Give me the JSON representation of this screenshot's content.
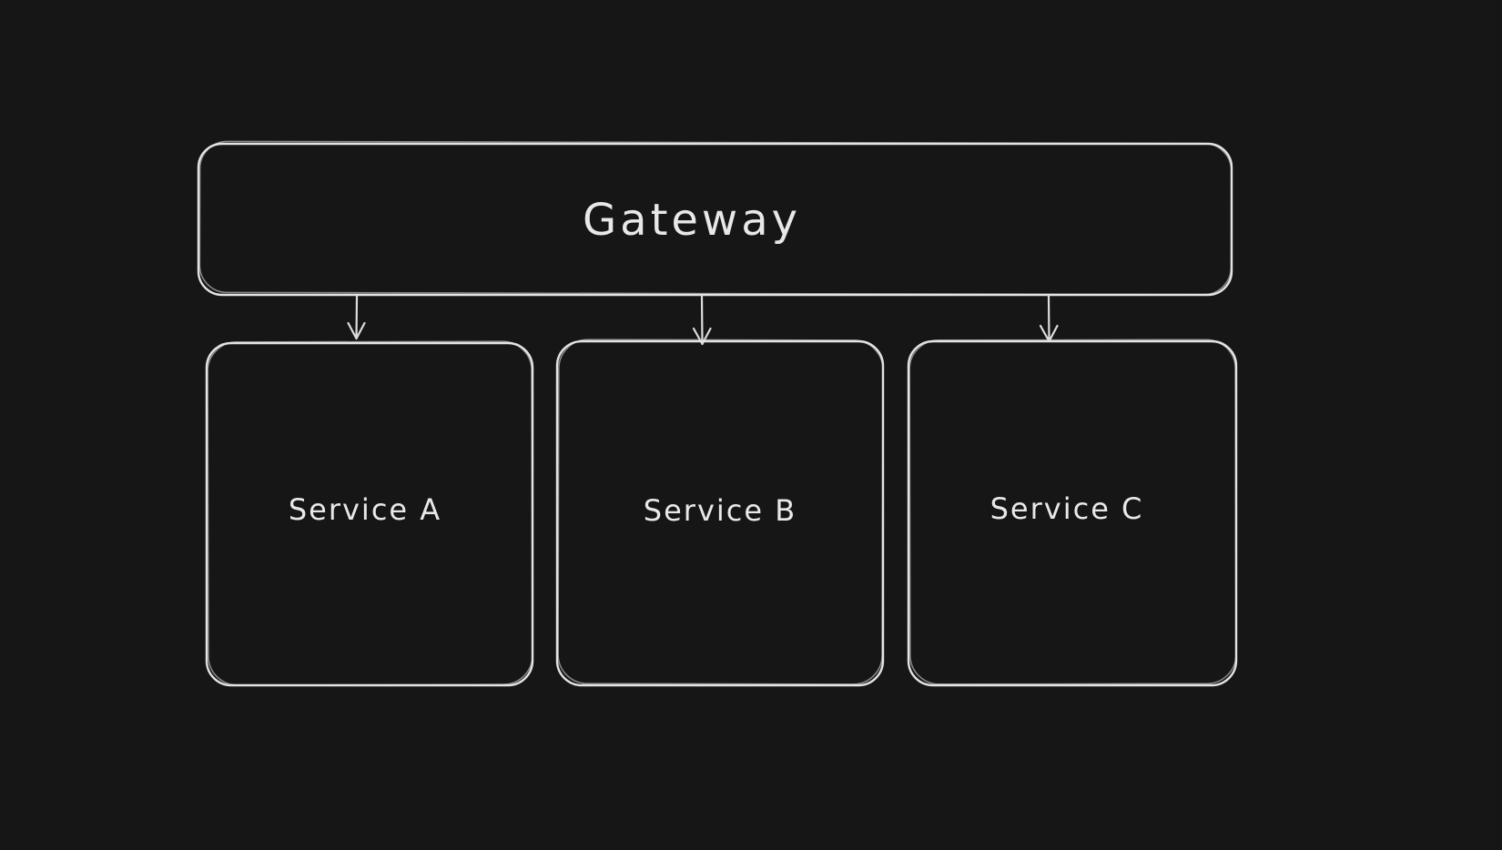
{
  "diagram": {
    "background_color": "#161616",
    "stroke_color": "#e3e3e3",
    "text_color": "#e8e8e8",
    "nodes": {
      "gateway": {
        "label": "Gateway",
        "shape": "rounded-rectangle"
      },
      "service_a": {
        "label": "Service A",
        "shape": "rounded-rectangle"
      },
      "service_b": {
        "label": "Service B",
        "shape": "rounded-rectangle"
      },
      "service_c": {
        "label": "Service C",
        "shape": "rounded-rectangle"
      }
    },
    "edges": [
      {
        "from": "gateway",
        "to": "service_a",
        "type": "arrow"
      },
      {
        "from": "gateway",
        "to": "service_b",
        "type": "arrow"
      },
      {
        "from": "gateway",
        "to": "service_c",
        "type": "arrow"
      }
    ]
  }
}
